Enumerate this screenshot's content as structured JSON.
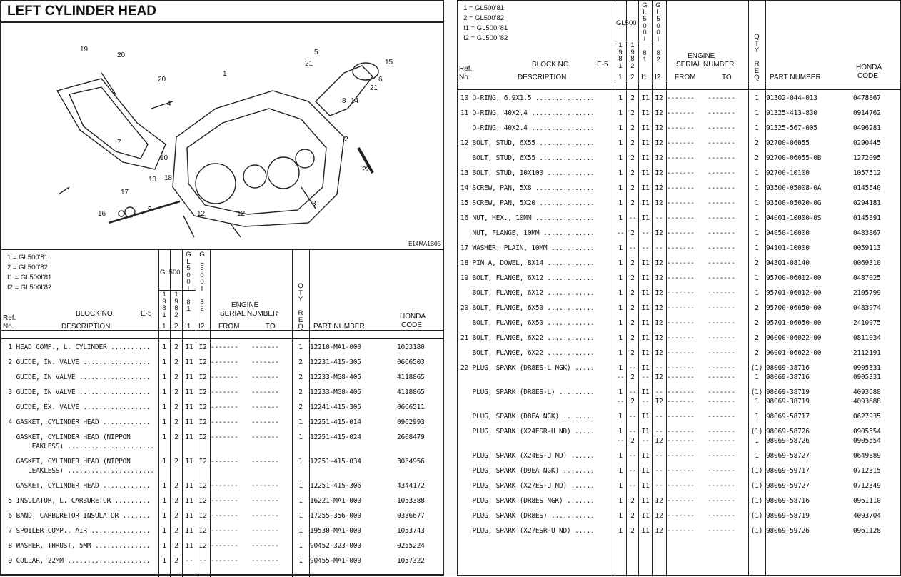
{
  "title": "LEFT CYLINDER HEAD",
  "diagram": {
    "code": "E14MA1B05",
    "callouts": [
      "19",
      "20",
      "5",
      "21",
      "15",
      "6",
      "1",
      "20",
      "21",
      "4",
      "8",
      "14",
      "2",
      "7",
      "10",
      "18",
      "13",
      "22",
      "17",
      "16",
      "9",
      "3",
      "12",
      "12"
    ]
  },
  "legend": [
    "1 = GL500'81",
    "2 = GL500'82",
    "I1 = GL500I'81",
    "I2 = GL500I'82"
  ],
  "header": {
    "gl500": "GL500",
    "ya": "1\n9\n8\n1",
    "yb": "1\n9\n8\n2",
    "i1v": "G\nL\n5\n0\n0\nI\n \n8\n1",
    "i2v": "G\nL\n5\n0\n0\nI\n \n8\n2",
    "engine": "ENGINE",
    "serial": "SERIAL NUMBER",
    "qty": "Q\nT\nY\n \nR\nE\nQ",
    "ref": "Ref.",
    "no": "No.",
    "block_no": "BLOCK NO.",
    "block": "E-5",
    "description": "DESCRIPTION",
    "c1": "1",
    "c2": "2",
    "ci1": "I1",
    "ci2": "I2",
    "from": "FROM",
    "to": "TO",
    "part_number": "PART NUMBER",
    "honda": "HONDA",
    "code": "CODE"
  },
  "left_rows": [
    {
      "desc": " 1 HEAD COMP., L. CYLINDER ..........",
      "a": "1",
      "b": "2",
      "c": "I1",
      "d": "I2",
      "from": "-------",
      "to": "-------",
      "q": "1",
      "pn": "12210-MA1-000",
      "hc": "1053180"
    },
    {
      "desc": " 2 GUIDE, IN. VALVE .................",
      "a": "1",
      "b": "2",
      "c": "I1",
      "d": "I2",
      "from": "-------",
      "to": "-------",
      "q": "2",
      "pn": "12231-415-305",
      "hc": "0666503"
    },
    {
      "desc": "   GUIDE, IN VALVE ..................",
      "a": "1",
      "b": "2",
      "c": "I1",
      "d": "I2",
      "from": "-------",
      "to": "-------",
      "q": "2",
      "pn": "12233-MG8-405",
      "hc": "4118865"
    },
    {
      "desc": " 3 GUIDE, IN VALVE ..................",
      "a": "1",
      "b": "2",
      "c": "I1",
      "d": "I2",
      "from": "-------",
      "to": "-------",
      "q": "2",
      "pn": "12233-MG8-405",
      "hc": "4118865"
    },
    {
      "desc": "   GUIDE, EX. VALVE .................",
      "a": "1",
      "b": "2",
      "c": "I1",
      "d": "I2",
      "from": "-------",
      "to": "-------",
      "q": "2",
      "pn": "12241-415-305",
      "hc": "0666511"
    },
    {
      "desc": " 4 GASKET, CYLINDER HEAD ............",
      "a": "1",
      "b": "2",
      "c": "I1",
      "d": "I2",
      "from": "-------",
      "to": "-------",
      "q": "1",
      "pn": "12251-415-014",
      "hc": "0962993"
    },
    {
      "desc": "   GASKET, CYLINDER HEAD (NIPPON\n      LEAKLESS) ......................",
      "a": "1",
      "b": "2",
      "c": "I1",
      "d": "I2",
      "from": "-------",
      "to": "-------",
      "q": "1",
      "pn": "12251-415-024",
      "hc": "2608479",
      "tall": true
    },
    {
      "desc": "   GASKET, CYLINDER HEAD (NIPPON\n      LEAKLESS) ......................",
      "a": "1",
      "b": "2",
      "c": "I1",
      "d": "I2",
      "from": "-------",
      "to": "-------",
      "q": "1",
      "pn": "12251-415-034",
      "hc": "3034956",
      "tall": true
    },
    {
      "desc": "   GASKET, CYLINDER HEAD ............",
      "a": "1",
      "b": "2",
      "c": "I1",
      "d": "I2",
      "from": "-------",
      "to": "-------",
      "q": "1",
      "pn": "12251-415-306",
      "hc": "4344172"
    },
    {
      "desc": " 5 INSULATOR, L. CARBURETOR .........",
      "a": "1",
      "b": "2",
      "c": "I1",
      "d": "I2",
      "from": "-------",
      "to": "-------",
      "q": "1",
      "pn": "16221-MA1-000",
      "hc": "1053388"
    },
    {
      "desc": " 6 BAND, CARBURETOR INSULATOR .......",
      "a": "1",
      "b": "2",
      "c": "I1",
      "d": "I2",
      "from": "-------",
      "to": "-------",
      "q": "1",
      "pn": "17255-356-000",
      "hc": "0336677"
    },
    {
      "desc": " 7 SPOILER COMP., AIR ...............",
      "a": "1",
      "b": "2",
      "c": "I1",
      "d": "I2",
      "from": "-------",
      "to": "-------",
      "q": "1",
      "pn": "19530-MA1-000",
      "hc": "1053743"
    },
    {
      "desc": " 8 WASHER, THRUST, 5MM ..............",
      "a": "1",
      "b": "2",
      "c": "I1",
      "d": "I2",
      "from": "-------",
      "to": "-------",
      "q": "1",
      "pn": "90452-323-000",
      "hc": "0255224"
    },
    {
      "desc": " 9 COLLAR, 22MM .....................",
      "a": "1",
      "b": "2",
      "c": "--",
      "d": "--",
      "from": "-------",
      "to": "-------",
      "q": "1",
      "pn": "90455-MA1-000",
      "hc": "1057322"
    }
  ],
  "right_rows": [
    {
      "desc": "10 O-RING, 6.9X1.5 ...............",
      "a": "1",
      "b": "2",
      "c": "I1",
      "d": "I2",
      "from": "-------",
      "to": "-------",
      "q": "1",
      "pn": "91302-044-013",
      "hc": "0478867"
    },
    {
      "desc": "11 O-RING, 40X2.4 ................",
      "a": "1",
      "b": "2",
      "c": "I1",
      "d": "I2",
      "from": "-------",
      "to": "-------",
      "q": "1",
      "pn": "91325-413-830",
      "hc": "0914762"
    },
    {
      "desc": "   O-RING, 40X2.4 ................",
      "a": "1",
      "b": "2",
      "c": "I1",
      "d": "I2",
      "from": "-------",
      "to": "-------",
      "q": "1",
      "pn": "91325-567-005",
      "hc": "0496281"
    },
    {
      "desc": "12 BOLT, STUD, 6X55 ..............",
      "a": "1",
      "b": "2",
      "c": "I1",
      "d": "I2",
      "from": "-------",
      "to": "-------",
      "q": "2",
      "pn": "92700-06055",
      "hc": "0290445"
    },
    {
      "desc": "   BOLT, STUD, 6X55 ..............",
      "a": "1",
      "b": "2",
      "c": "I1",
      "d": "I2",
      "from": "-------",
      "to": "-------",
      "q": "2",
      "pn": "92700-06055-0B",
      "hc": "1272095"
    },
    {
      "desc": "13 BOLT, STUD, 10X100 ............",
      "a": "1",
      "b": "2",
      "c": "I1",
      "d": "I2",
      "from": "-------",
      "to": "-------",
      "q": "1",
      "pn": "92700-10100",
      "hc": "1057512"
    },
    {
      "desc": "14 SCREW, PAN, 5X8 ...............",
      "a": "1",
      "b": "2",
      "c": "I1",
      "d": "I2",
      "from": "-------",
      "to": "-------",
      "q": "1",
      "pn": "93500-05008-0A",
      "hc": "0145540"
    },
    {
      "desc": "15 SCREW, PAN, 5X20 ..............",
      "a": "1",
      "b": "2",
      "c": "I1",
      "d": "I2",
      "from": "-------",
      "to": "-------",
      "q": "1",
      "pn": "93500-05020-0G",
      "hc": "0294181"
    },
    {
      "desc": "16 NUT, HEX., 10MM ...............",
      "a": "1",
      "b": "--",
      "c": "I1",
      "d": "--",
      "from": "-------",
      "to": "-------",
      "q": "1",
      "pn": "94001-10000-0S",
      "hc": "0145391"
    },
    {
      "desc": "   NUT, FLANGE, 10MM .............",
      "a": "--",
      "b": "2",
      "c": "--",
      "d": "I2",
      "from": "-------",
      "to": "-------",
      "q": "1",
      "pn": "94050-10000",
      "hc": "0483867"
    },
    {
      "desc": "17 WASHER, PLAIN, 10MM ...........",
      "a": "1",
      "b": "--",
      "c": "--",
      "d": "--",
      "from": "-------",
      "to": "-------",
      "q": "1",
      "pn": "94101-10000",
      "hc": "0059113"
    },
    {
      "desc": "18 PIN A, DOWEL, 8X14 ............",
      "a": "1",
      "b": "2",
      "c": "I1",
      "d": "I2",
      "from": "-------",
      "to": "-------",
      "q": "2",
      "pn": "94301-08140",
      "hc": "0069310"
    },
    {
      "desc": "19 BOLT, FLANGE, 6X12 ............",
      "a": "1",
      "b": "2",
      "c": "I1",
      "d": "I2",
      "from": "-------",
      "to": "-------",
      "q": "1",
      "pn": "95700-06012-00",
      "hc": "0487025"
    },
    {
      "desc": "   BOLT, FLANGE, 6X12 ............",
      "a": "1",
      "b": "2",
      "c": "I1",
      "d": "I2",
      "from": "-------",
      "to": "-------",
      "q": "1",
      "pn": "95701-06012-00",
      "hc": "2105799"
    },
    {
      "desc": "20 BOLT, FLANGE, 6X50 ............",
      "a": "1",
      "b": "2",
      "c": "I1",
      "d": "I2",
      "from": "-------",
      "to": "-------",
      "q": "2",
      "pn": "95700-06050-00",
      "hc": "0483974"
    },
    {
      "desc": "   BOLT, FLANGE, 6X50 ............",
      "a": "1",
      "b": "2",
      "c": "I1",
      "d": "I2",
      "from": "-------",
      "to": "-------",
      "q": "2",
      "pn": "95701-06050-00",
      "hc": "2410975"
    },
    {
      "desc": "21 BOLT, FLANGE, 6X22 ............",
      "a": "1",
      "b": "2",
      "c": "I1",
      "d": "I2",
      "from": "-------",
      "to": "-------",
      "q": "2",
      "pn": "96000-06022-00",
      "hc": "0811034"
    },
    {
      "desc": "   BOLT, FLANGE, 6X22 ............",
      "a": "1",
      "b": "2",
      "c": "I1",
      "d": "I2",
      "from": "-------",
      "to": "-------",
      "q": "2",
      "pn": "96001-06022-00",
      "hc": "2112191"
    },
    {
      "desc": "22 PLUG, SPARK (DR8ES-L NGK) .....",
      "a": "1\n--",
      "b": "--\n2",
      "c": "I1\n--",
      "d": "--\nI2",
      "from": "-------\n-------",
      "to": "-------\n-------",
      "q": "(1)\n1",
      "pn": "98069-38716\n98069-38716",
      "hc": "0905331\n0905331",
      "tall": true
    },
    {
      "desc": "   PLUG, SPARK (DR8ES-L) .........",
      "a": "1\n--",
      "b": "--\n2",
      "c": "I1\n--",
      "d": "--\nI2",
      "from": "-------\n-------",
      "to": "-------\n-------",
      "q": "(1)\n1",
      "pn": "98069-38719\n98069-38719",
      "hc": "4093688\n4093688",
      "tall": true
    },
    {
      "desc": "   PLUG, SPARK (D8EA NGK) ........",
      "a": "1",
      "b": "--",
      "c": "I1",
      "d": "--",
      "from": "-------",
      "to": "-------",
      "q": "1",
      "pn": "98069-58717",
      "hc": "0627935"
    },
    {
      "desc": "   PLUG, SPARK (X24ESR-U ND) .....",
      "a": "1\n--",
      "b": "--\n2",
      "c": "I1\n--",
      "d": "--\nI2",
      "from": "-------\n-------",
      "to": "-------\n-------",
      "q": "(1)\n1",
      "pn": "98069-58726\n98069-58726",
      "hc": "0905554\n0905554",
      "tall": true
    },
    {
      "desc": "   PLUG, SPARK (X24ES-U ND) ......",
      "a": "1",
      "b": "--",
      "c": "I1",
      "d": "--",
      "from": "-------",
      "to": "-------",
      "q": "1",
      "pn": "98069-58727",
      "hc": "0649889"
    },
    {
      "desc": "   PLUG, SPARK (D9EA NGK) ........",
      "a": "1",
      "b": "--",
      "c": "I1",
      "d": "--",
      "from": "-------",
      "to": "-------",
      "q": "(1)",
      "pn": "98069-59717",
      "hc": "0712315"
    },
    {
      "desc": "   PLUG, SPARK (X27ES-U ND) ......",
      "a": "1",
      "b": "--",
      "c": "I1",
      "d": "--",
      "from": "-------",
      "to": "-------",
      "q": "(1)",
      "pn": "98069-59727",
      "hc": "0712349"
    },
    {
      "desc": "   PLUG, SPARK (DR8ES NGK) .......",
      "a": "1",
      "b": "2",
      "c": "I1",
      "d": "I2",
      "from": "-------",
      "to": "-------",
      "q": "(1)",
      "pn": "98069-58716",
      "hc": "0961110"
    },
    {
      "desc": "   PLUG, SPARK (DR8ES) ...........",
      "a": "1",
      "b": "2",
      "c": "I1",
      "d": "I2",
      "from": "-------",
      "to": "-------",
      "q": "(1)",
      "pn": "98069-58719",
      "hc": "4093704"
    },
    {
      "desc": "   PLUG, SPARK (X27ESR-U ND) .....",
      "a": "1",
      "b": "2",
      "c": "I1",
      "d": "I2",
      "from": "-------",
      "to": "-------",
      "q": "(1)",
      "pn": "98069-59726",
      "hc": "0961128"
    }
  ]
}
